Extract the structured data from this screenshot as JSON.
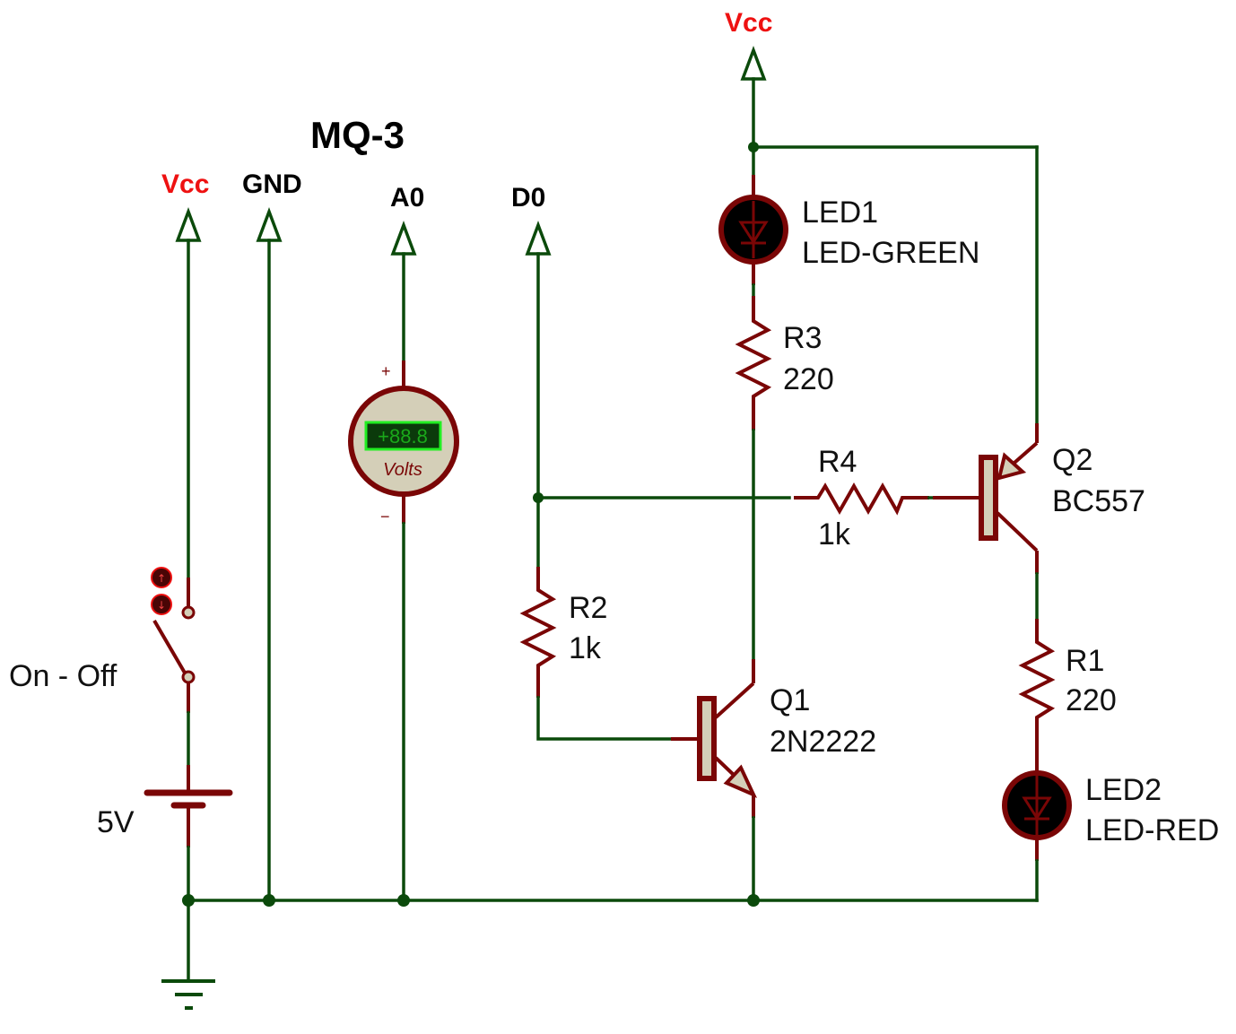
{
  "diagram": {
    "title": "MQ-3",
    "colors": {
      "wire": "#0b4a0b",
      "component": "#7a0606",
      "power_label": "#ee1111",
      "meter_display_bg": "#0b3a0b",
      "meter_display_border": "#22ee22",
      "meter_body": "#d4cfb8"
    },
    "sensor_pins": [
      {
        "id": "vcc",
        "label": "Vcc"
      },
      {
        "id": "gnd",
        "label": "GND"
      },
      {
        "id": "a0",
        "label": "A0"
      },
      {
        "id": "d0",
        "label": "D0"
      }
    ],
    "power_terminal": {
      "label": "Vcc"
    },
    "voltmeter": {
      "reading": "+88.8",
      "unit": "Volts",
      "plus": "+",
      "minus": "−"
    },
    "switch": {
      "label": "On - Off"
    },
    "battery": {
      "label": "5V"
    },
    "components": {
      "led1": {
        "ref": "LED1",
        "value": "LED-GREEN"
      },
      "led2": {
        "ref": "LED2",
        "value": "LED-RED"
      },
      "r1": {
        "ref": "R1",
        "value": "220"
      },
      "r2": {
        "ref": "R2",
        "value": "1k"
      },
      "r3": {
        "ref": "R3",
        "value": "220"
      },
      "r4": {
        "ref": "R4",
        "value": "1k"
      },
      "q1": {
        "ref": "Q1",
        "value": "2N2222"
      },
      "q2": {
        "ref": "Q2",
        "value": "BC557"
      }
    }
  }
}
